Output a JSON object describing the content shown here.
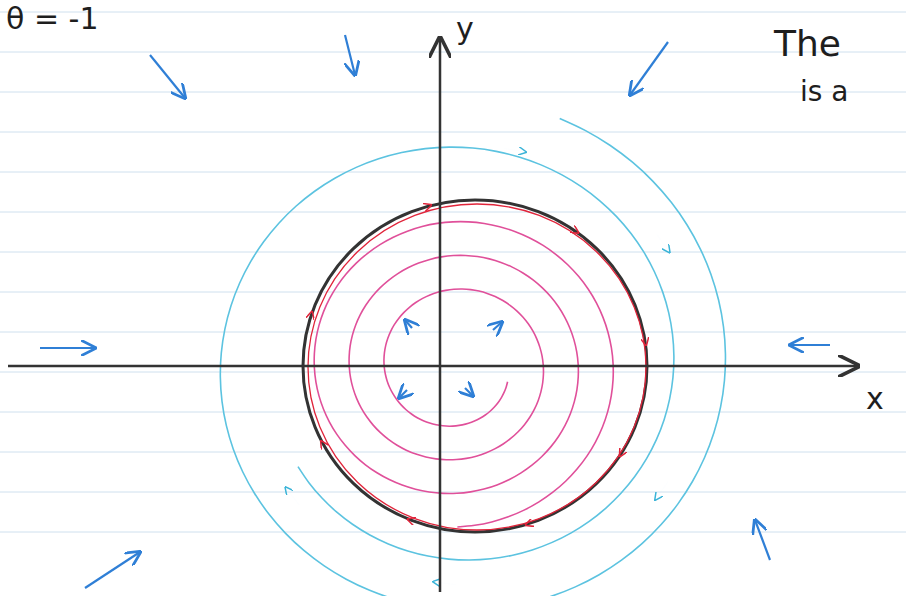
{
  "diagram": {
    "labels": [
      "θ = -1",
      "y",
      "x",
      "The",
      "is a"
    ]
  }
}
